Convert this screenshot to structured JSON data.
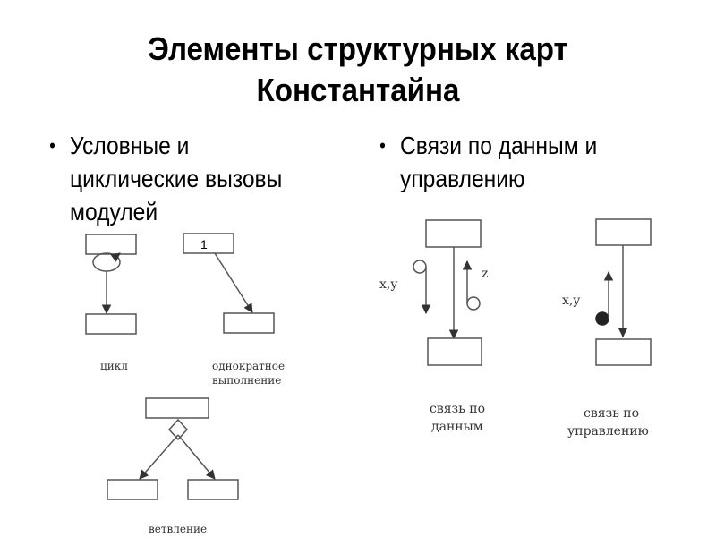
{
  "slide": {
    "title_line1": "Элементы структурных карт",
    "title_line2": "Константайна",
    "bullets": [
      {
        "line1": "Условные и",
        "line2": "циклические вызовы",
        "line3": "модулей"
      },
      {
        "line1": "Связи по данным и",
        "line2": "управлению"
      }
    ]
  },
  "diagrams": {
    "cycle": {
      "caption": "цикл"
    },
    "once": {
      "box_label": "1",
      "caption_line1": "однократное",
      "caption_line2": "выполнение"
    },
    "branch": {
      "caption": "ветвление"
    },
    "data_link": {
      "in_label": "x,y",
      "out_label": "z",
      "caption_line1": "связь по",
      "caption_line2": "данным"
    },
    "control_link": {
      "label": "x,y",
      "caption_line1": "связь по",
      "caption_line2": "управлению"
    }
  },
  "bullet_glyph": "•"
}
